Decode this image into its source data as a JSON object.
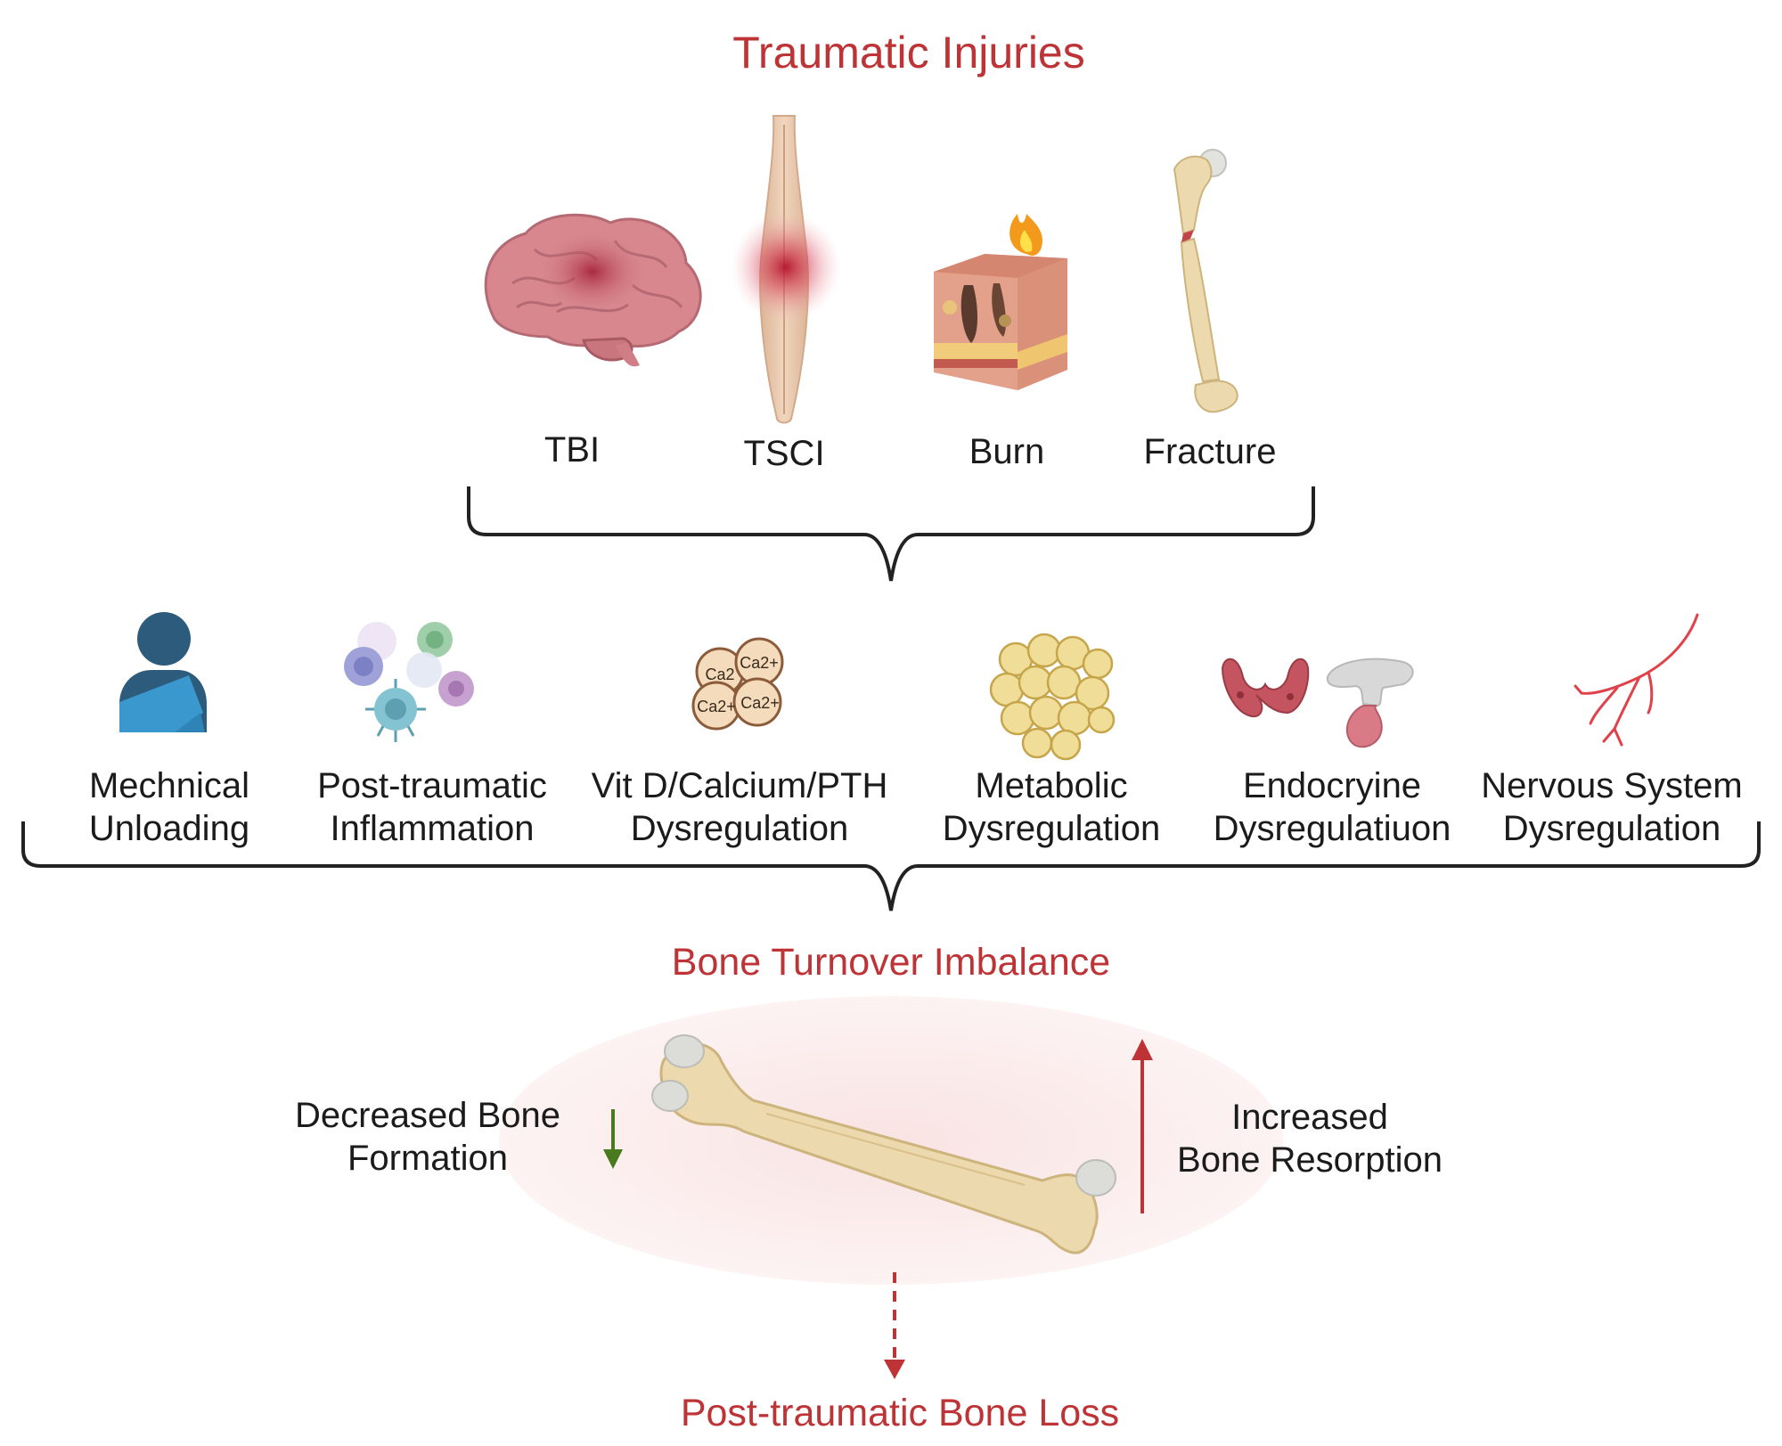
{
  "title": "Traumatic Injuries",
  "injuries": [
    {
      "label": "TBI",
      "icon": "brain-icon"
    },
    {
      "label": "TSCI",
      "icon": "spinal-cord-icon"
    },
    {
      "label": "Burn",
      "icon": "burned-skin-icon"
    },
    {
      "label": "Fracture",
      "icon": "fractured-femur-icon"
    }
  ],
  "mechanisms": [
    {
      "line1": "Mechnical",
      "line2": "Unloading",
      "icon": "person-arm-sling-icon"
    },
    {
      "line1": "Post-traumatic",
      "line2": "Inflammation",
      "icon": "immune-cells-icon"
    },
    {
      "line1": "Vit D/Calcium/PTH",
      "line2": "Dysregulation",
      "icon": "calcium-ions-icon",
      "ions": [
        "Ca2",
        "Ca2+",
        "Ca2+",
        "Ca2+"
      ]
    },
    {
      "line1": "Metabolic",
      "line2": "Dysregulation",
      "icon": "adipocytes-icon"
    },
    {
      "line1": "Endocryine",
      "line2": "Dysregulatiuon",
      "icon": "thyroid-pituitary-icon"
    },
    {
      "line1": "Nervous System",
      "line2": "Dysregulation",
      "icon": "nerve-icon"
    }
  ],
  "imbalance_title": "Bone Turnover Imbalance",
  "formation": {
    "line1": "Decreased Bone",
    "line2": "Formation"
  },
  "resorption": {
    "line1": "Increased",
    "line2": "Bone Resorption"
  },
  "outcome": "Post-traumatic Bone Loss",
  "colors": {
    "accent_red": "#bd3336",
    "down_arrow": "#4a7a1e",
    "bone": "#ecd9ae",
    "ellipse": "#fbeeee"
  }
}
